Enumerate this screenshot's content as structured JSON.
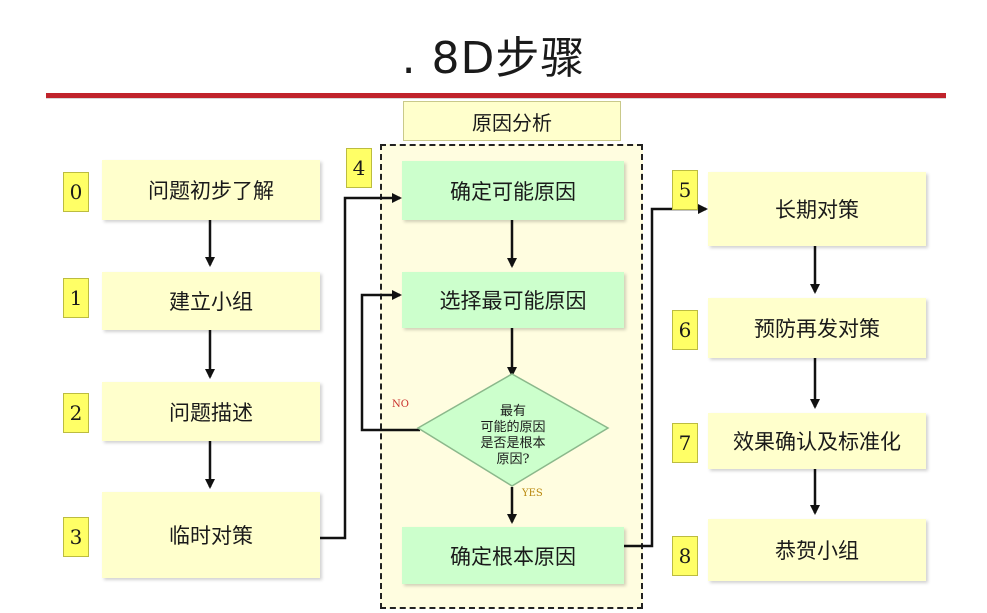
{
  "title": ". 8D步骤",
  "section_header": "原因分析",
  "left_column": [
    {
      "number": "0",
      "label": "问题初步了解"
    },
    {
      "number": "1",
      "label": "建立小组"
    },
    {
      "number": "2",
      "label": "问题描述"
    },
    {
      "number": "3",
      "label": "临时对策"
    }
  ],
  "middle_column": {
    "number": "4",
    "steps": [
      "确定可能原因",
      "选择最可能原因"
    ],
    "decision": [
      "最有",
      "可能的原因",
      "是否是根本",
      "原因?"
    ],
    "no_label": "NO",
    "yes_label": "YES",
    "final": "确定根本原因"
  },
  "right_column": [
    {
      "number": "5",
      "label": "长期对策"
    },
    {
      "number": "6",
      "label": "预防再发对策"
    },
    {
      "number": "7",
      "label": "效果确认及标准化"
    },
    {
      "number": "8",
      "label": "恭贺小组"
    }
  ],
  "colors": {
    "title_rule": "#c0232b",
    "step_box": "#ffffcc",
    "cause_box": "#ccffcc",
    "number_badge": "#ffff66",
    "panel_fill": "#fffde0"
  }
}
